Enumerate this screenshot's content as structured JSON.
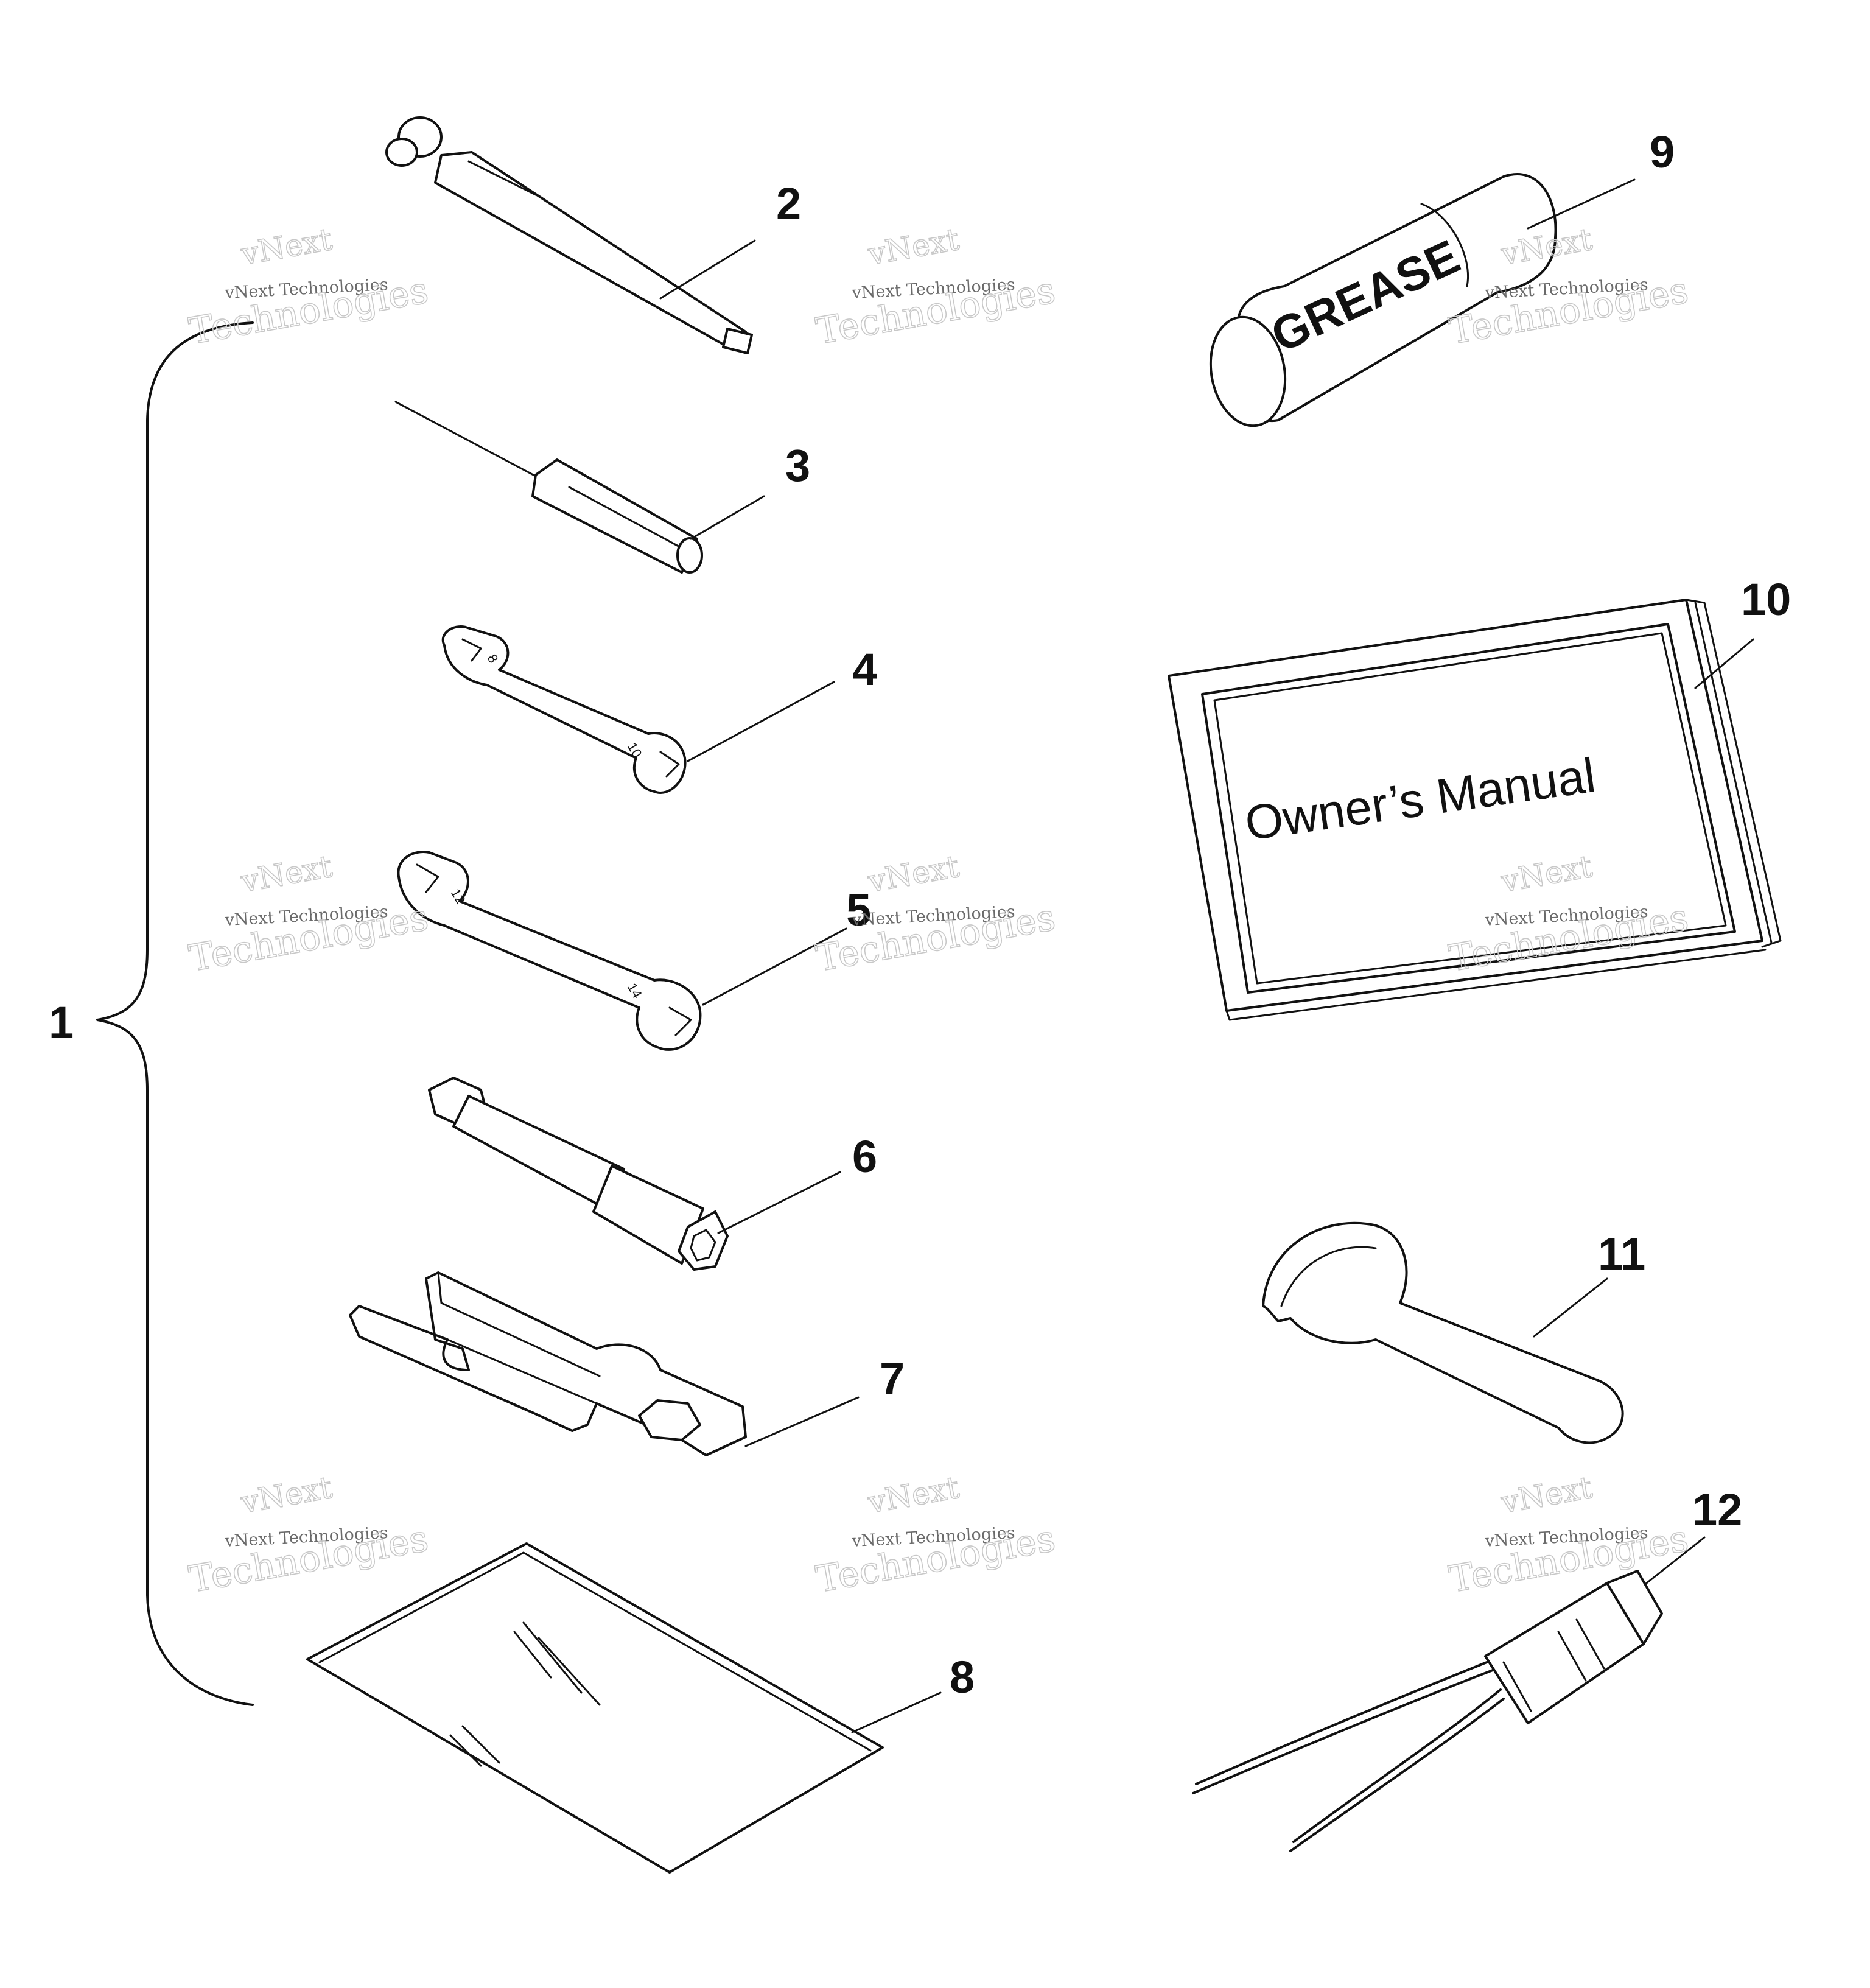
{
  "diagram": {
    "callouts": [
      {
        "id": "1",
        "label": "1"
      },
      {
        "id": "2",
        "label": "2"
      },
      {
        "id": "3",
        "label": "3"
      },
      {
        "id": "4",
        "label": "4"
      },
      {
        "id": "5",
        "label": "5"
      },
      {
        "id": "6",
        "label": "6"
      },
      {
        "id": "7",
        "label": "7"
      },
      {
        "id": "8",
        "label": "8"
      },
      {
        "id": "9",
        "label": "9"
      },
      {
        "id": "10",
        "label": "10"
      },
      {
        "id": "11",
        "label": "11"
      },
      {
        "id": "12",
        "label": "12"
      }
    ],
    "grease_label": "GREASE",
    "manual_label": "Owner’s Manual",
    "wrench_4_marks": {
      "top": "8",
      "bottom": "10"
    },
    "wrench_5_marks": {
      "top": "12",
      "bottom": "14"
    }
  },
  "watermark": {
    "line1": "vNext",
    "line2": "vNext Technologies",
    "line3": "Technologies"
  }
}
